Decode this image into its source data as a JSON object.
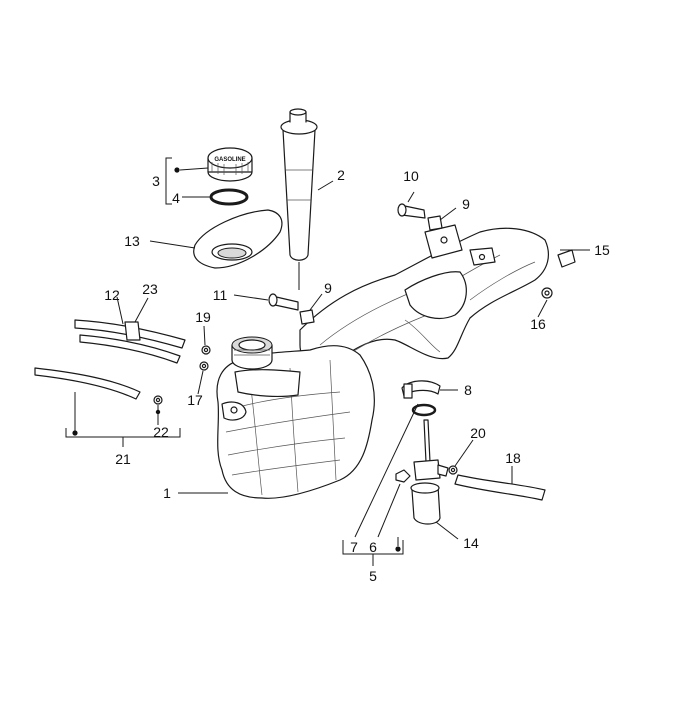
{
  "diagram": {
    "callouts": {
      "c1": "1",
      "c2": "2",
      "c3": "3",
      "c4": "4",
      "c5": "5",
      "c6": "6",
      "c7": "7",
      "c8": "8",
      "c9a": "9",
      "c9b": "9",
      "c10": "10",
      "c11": "11",
      "c12": "12",
      "c13": "13",
      "c14": "14",
      "c15": "15",
      "c16": "16",
      "c17": "17",
      "c18": "18",
      "c19": "19",
      "c20": "20",
      "c21": "21",
      "c22": "22",
      "c23": "23"
    },
    "cap_text": "GASOLINE"
  }
}
